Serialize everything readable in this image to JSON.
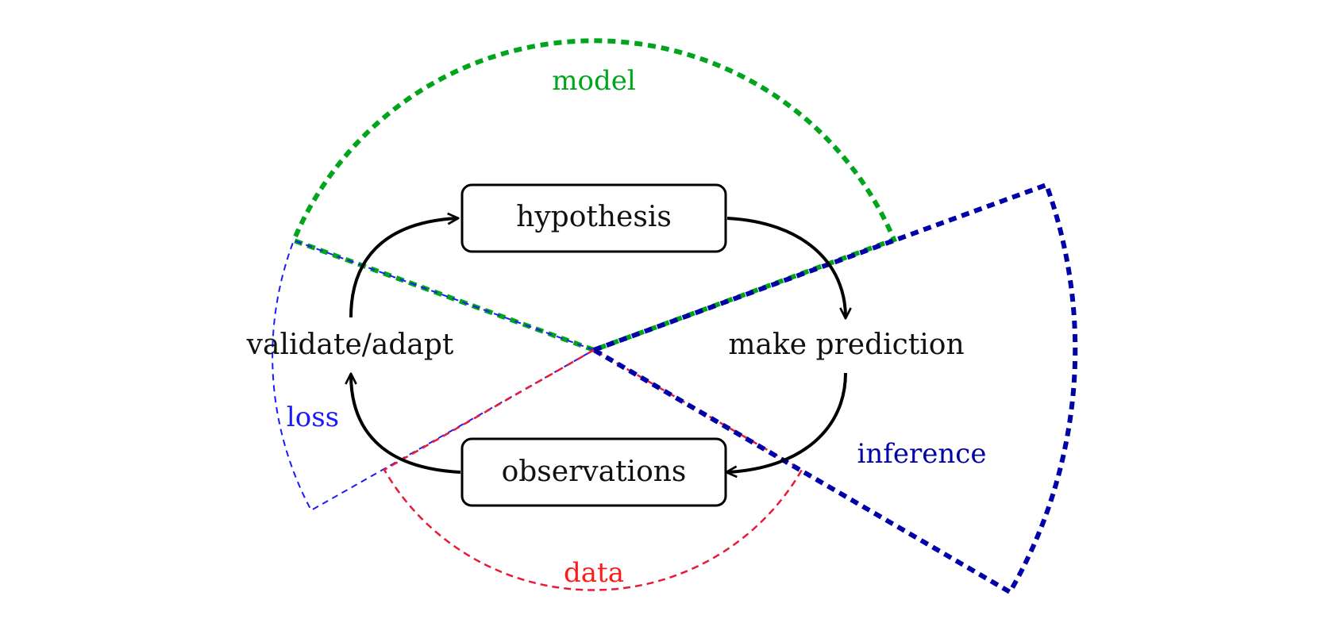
{
  "diagram": {
    "nodes": {
      "hypothesis": "hypothesis",
      "make_prediction": "make prediction",
      "observations": "observations",
      "validate_adapt": "validate/adapt"
    },
    "regions": {
      "model": {
        "label": "model",
        "color": "#00a51c"
      },
      "inference": {
        "label": "inference",
        "color": "#0000a8"
      },
      "data": {
        "label": "data",
        "color": "#ff1a1a"
      },
      "loss": {
        "label": "loss",
        "color": "#1a1aff"
      }
    },
    "arrow_color": "#000000"
  }
}
